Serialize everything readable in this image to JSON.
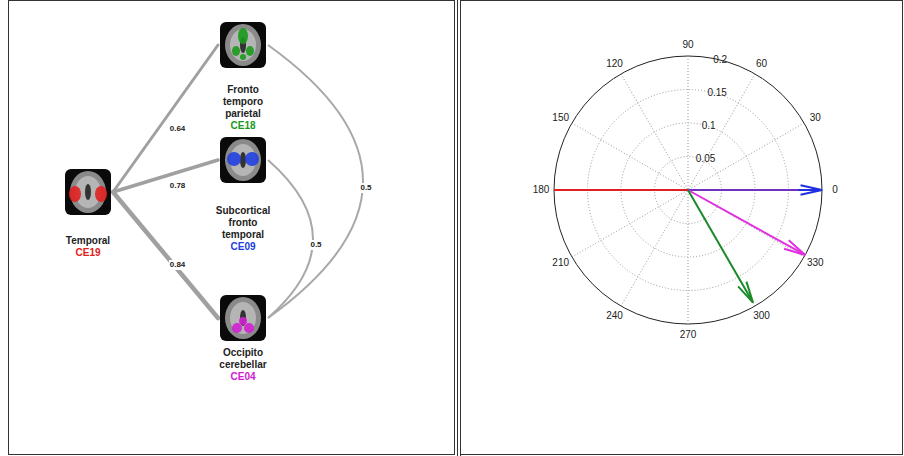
{
  "diagram": {
    "nodes": [
      {
        "text": [
          "Temporal",
          "CE19"
        ]
      },
      {
        "text": [
          "Fronto temporo parietal",
          "CE18"
        ]
      },
      {
        "text": [
          "Subcortical fronto temporal",
          "CE09"
        ]
      },
      {
        "text": [
          "Occipito cerebellar",
          "CE04"
        ]
      }
    ],
    "edges": [
      {
        "from": 0,
        "to": 1,
        "arrow": "none",
        "label": "0.64"
      },
      {
        "from": 0,
        "to": 2,
        "arrow": "none",
        "label": "0.78"
      },
      {
        "from": 0,
        "to": 3,
        "arrow": "none",
        "label": "0.84"
      },
      {
        "from": 1,
        "to": 3,
        "arrow": "none",
        "label": "0.5"
      },
      {
        "from": 2,
        "to": 3,
        "arrow": "none",
        "label": "0.5"
      }
    ],
    "labels": [
      "90",
      "60",
      "30",
      "0",
      "330",
      "300",
      "270",
      "240",
      "210",
      "180",
      "150",
      "120",
      "0.2",
      "0.15",
      "0.1",
      "0.05"
    ]
  }
}
